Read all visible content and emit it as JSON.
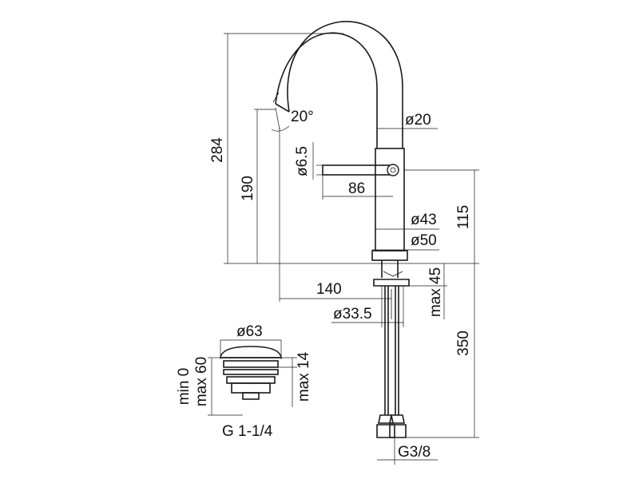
{
  "dimensions": {
    "total_height": "284",
    "spout_height": "190",
    "spout_angle": "20°",
    "pipe_diameter": "ø20",
    "lever_diameter": "ø6.5",
    "lever_length": "86",
    "body_diameter": "ø43",
    "base_diameter": "ø50",
    "body_height": "115",
    "spout_reach": "140",
    "max_deck": "max 45",
    "hole_diameter": "ø33.5",
    "hose_length": "350",
    "hose_thread": "G3/8"
  },
  "drain": {
    "cap_diameter": "ø63",
    "min_label": "min 0",
    "max_label": "max 60",
    "max_thickness": "max 14",
    "thread": "G 1-1/4"
  }
}
